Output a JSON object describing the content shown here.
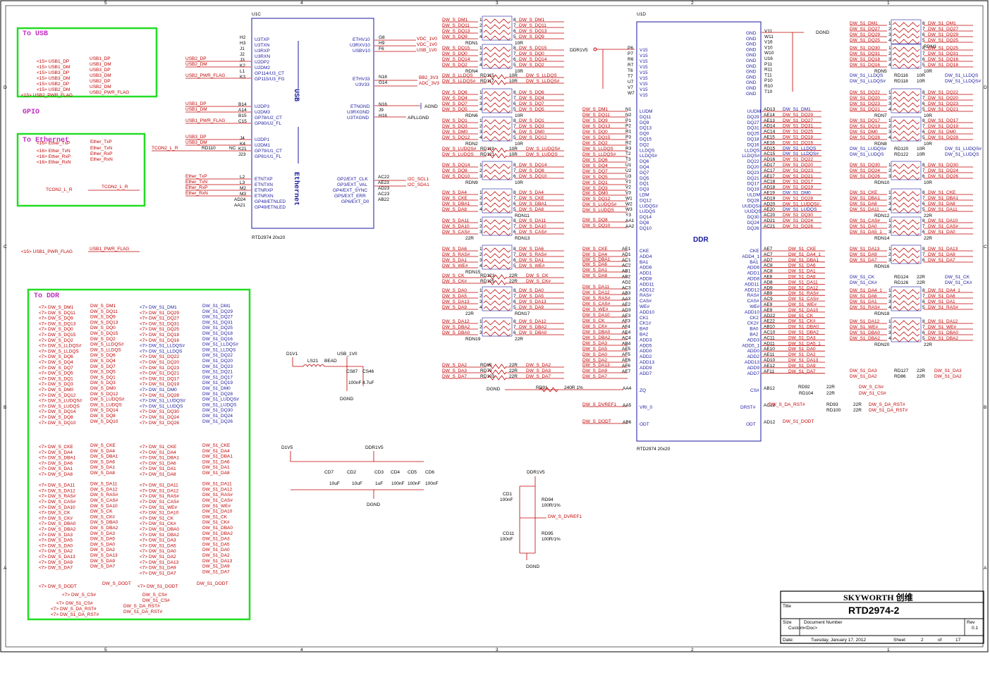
{
  "title_block": {
    "company": "SKYWORTH 创维",
    "title_label": "Title",
    "title": "RTD2974-2",
    "size_label": "Size",
    "size": "Custom",
    "docnum_label": "Document Number",
    "docnum": "<Doc>",
    "rev_label": "Rev",
    "rev": "0.1",
    "date_label": "Date:",
    "date": "Tuesday, January 17, 2012",
    "sheet_label": "Sheet",
    "sheet": "2",
    "of_label": "of",
    "of": "17"
  },
  "groups": {
    "usb": "To USB",
    "gpio": "GPIO",
    "ethernet": "To Ethernet",
    "ddr": "To DDR"
  },
  "u1c": {
    "ref": "U1C",
    "part": "RTD2974 20x20",
    "usb_label": "USB",
    "eth_label": "Ethernet"
  },
  "u1d": {
    "ref": "U1D",
    "part": "RTD2974 20x20",
    "center_label": "DDR"
  },
  "power": {
    "dgnd": "DGND",
    "agnd": "AGND",
    "apllgnd": "APLLGND",
    "ddr1v5": "DDR1V5",
    "d1v1": "D1V1",
    "usb1v0": "USB_1V0",
    "d1v5": "D1V5"
  }
}
